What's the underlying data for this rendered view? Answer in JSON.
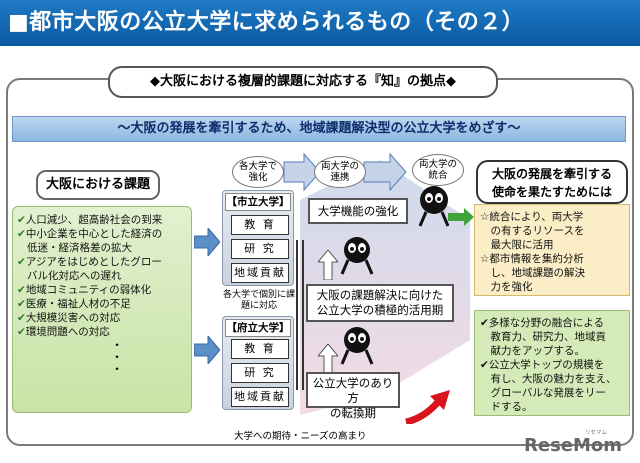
{
  "title": "■都市大阪の公立大学に求められるもの（その２）",
  "hub_title": "◆大阪における複層的課題に対応する『知』の拠点◆",
  "banner": "～大阪の発展を牽引するため、地域課題解決型の公立大学をめざす～",
  "left": {
    "header": "大阪における課題",
    "items": [
      "人口減少、超高齢社会の到来",
      "中小企業を中心とした経済の",
      "低迷・経済格差の拡大",
      "アジアをはじめとしたグロー",
      "バル化対応への遅れ",
      "地域コミュニティの弱体化",
      "医療・福祉人材の不足",
      "大規模災害への対応",
      "環境問題への対応"
    ],
    "dots": [
      "・",
      "・",
      "・"
    ]
  },
  "city_univ": {
    "tag": "【市立大学】",
    "items": [
      "教 育",
      "研 究",
      "地域貢献"
    ]
  },
  "pref_univ": {
    "tag": "【府立大学】",
    "items": [
      "教 育",
      "研 究",
      "地域貢献"
    ]
  },
  "univ_note": "各大学で個別に課題に対応",
  "bubbles": {
    "b1": [
      "各大学で",
      "強化"
    ],
    "b2": [
      "両大学の",
      "連携"
    ],
    "b3": [
      "両大学の",
      "統合"
    ]
  },
  "center": {
    "box1": "大学機能の強化",
    "box2": [
      "大阪の課題解決に向けた",
      "公立大学の積極的活用期"
    ],
    "box3": [
      "公立大学のあり方",
      "の転換期"
    ]
  },
  "right": {
    "header": [
      "大阪の発展を牽引する",
      "使命を果たすためには"
    ],
    "panel1": [
      "☆統合により、両大学",
      "　の有するリソースを",
      "　最大限に活用",
      "☆都市情報を集約分析",
      "　し、地域課題の解決",
      "　力を強化"
    ],
    "panel2": [
      "✔多様な分野の融合による",
      "　教育力、研究力、地域貢",
      "　献力をアップする。",
      "✔公立大学トップの規模を",
      "　有し、大阪の魅力を支え、",
      "　グローバルな発展をリー",
      "　ドする。"
    ]
  },
  "expectation": "大学への期待・ニーズの高まり",
  "logo": "ReseMom",
  "logo_sub": "リセマム",
  "colors": {
    "title_bar": "#0a5aa2",
    "left_panel": "#d4eab8",
    "right_panel1": "#fbeec7",
    "right_panel2": "#d4eab8",
    "arrow_blue": "#5a8fc9",
    "arrow_red": "#d9141e"
  }
}
